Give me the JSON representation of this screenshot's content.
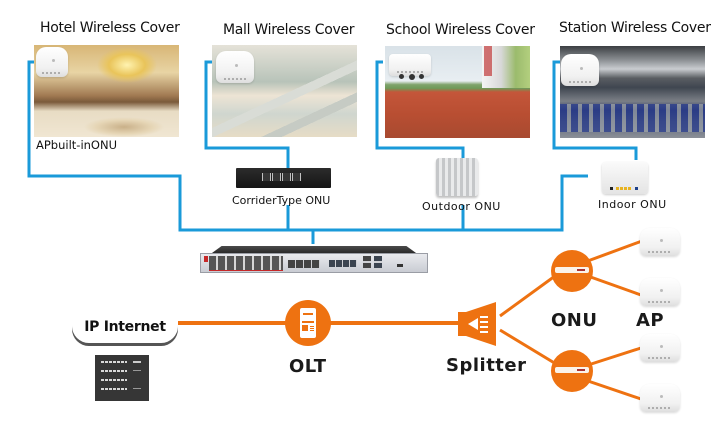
{
  "scenes": [
    {
      "title": "Hotel Wireless Cover",
      "device_caption": "APbuilt-inONU",
      "device_icon": "ceiling-ap-icon"
    },
    {
      "title": "Mall Wireless Cover",
      "device_caption": "CorriderType ONU",
      "device_icon": "corridor-onu-icon"
    },
    {
      "title": "School Wireless Cover",
      "device_caption": "Outdoor ONU",
      "device_icon": "outdoor-onu-icon"
    },
    {
      "title": "Station Wireless Cover",
      "device_caption": "Indoor ONU",
      "device_icon": "indoor-onu-icon"
    }
  ],
  "olt_chassis": {
    "icon": "olt-switch-icon"
  },
  "pon_chain": {
    "internet_label": "IP Internet",
    "olt_label": "OLT",
    "splitter_label": "Splitter",
    "onu_label": "ONU",
    "ap_label": "AP",
    "onu_count": 2,
    "ap_count": 4
  },
  "colors": {
    "fiber_orange": "#ee7211",
    "cable_blue": "#1a9ad9",
    "text_dark": "#1a1a1a",
    "server_dark": "#333333"
  }
}
